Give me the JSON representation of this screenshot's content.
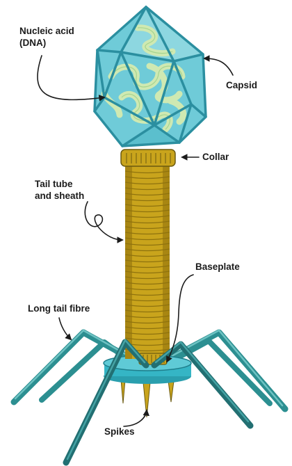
{
  "labels": {
    "nucleic_acid": [
      "Nucleic acid",
      "(DNA)"
    ],
    "capsid": "Capsid",
    "collar": "Collar",
    "tail_tube": [
      "Tail tube",
      "and sheath"
    ],
    "baseplate": "Baseplate",
    "long_tail_fibre": "Long tail fibre",
    "spikes": "Spikes"
  },
  "colors": {
    "capsid_fill": "#6fcbd8",
    "capsid_edge": "#2b8fa0",
    "dna": "#cfe9b2",
    "tail": "#c9a41c",
    "tail_shade": "#a88612",
    "baseplate": "#35b5c5",
    "fibre": "#2c8f91",
    "outline": "#3a3a1a"
  }
}
